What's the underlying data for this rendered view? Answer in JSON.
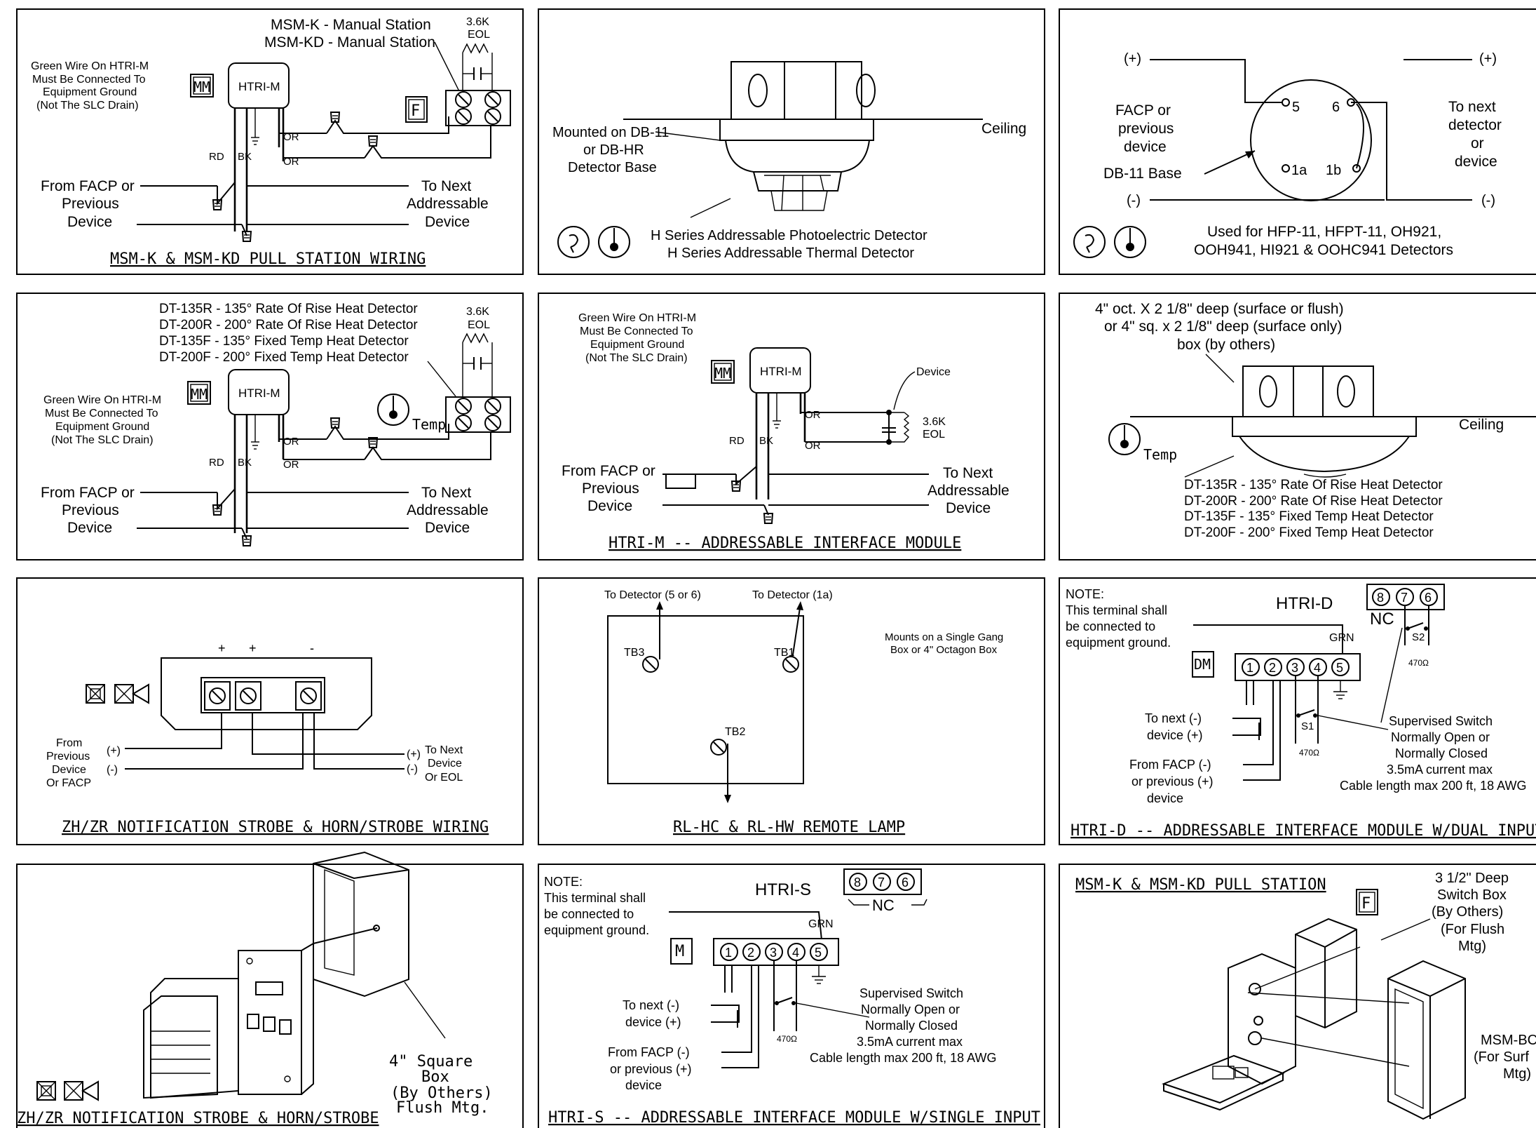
{
  "panels": {
    "msm_wiring": {
      "title": "MSM-K & MSM-KD PULL STATION WIRING",
      "station_line1": "MSM-K - Manual Station",
      "station_line2": "MSM-KD - Manual Station",
      "eol_value": "3.6K",
      "eol_label": "EOL",
      "note": [
        "Green Wire On HTRI-M",
        "Must Be Connected To",
        "Equipment Ground",
        "(Not The SLC Drain)"
      ],
      "symbol_mm": "MM",
      "module": "HTRI-M",
      "symbol_f": "F",
      "wire_or": "OR",
      "wire_rd": "RD",
      "wire_bk": "BK",
      "from_lines": [
        "From FACP or",
        "Previous",
        "Device"
      ],
      "to_lines": [
        "To Next",
        "Addressable",
        "Device"
      ]
    },
    "photo_detector": {
      "mounted_lines": [
        "Mounted on DB-11",
        "or DB-HR",
        "Detector Base"
      ],
      "ceiling": "Ceiling",
      "line1": "H Series Addressable Photoelectric Detector",
      "line2": "H Series Addressable Thermal Detector"
    },
    "base_wiring": {
      "plus": "(+)",
      "minus": "(-)",
      "left_lines": [
        "FACP or",
        "previous",
        "device"
      ],
      "right_lines": [
        "To next",
        "detector",
        "or",
        "device"
      ],
      "base_label": "DB-11 Base",
      "t5": "5",
      "t6": "6",
      "t1a": "1a",
      "t1b": "1b",
      "used_line1": "Used for HFP-11, HFPT-11, OH921,",
      "used_line2": "OOH941, HI921 & OOHC941 Detectors"
    },
    "heat_wiring": {
      "detectors": [
        "DT-135R - 135° Rate Of Rise Heat Detector",
        "DT-200R - 200° Rate Of Rise Heat Detector",
        "DT-135F - 135° Fixed Temp Heat Detector",
        "DT-200F - 200° Fixed Temp Heat Detector"
      ],
      "eol_value": "3.6K",
      "eol_label": "EOL",
      "note": [
        "Green Wire On HTRI-M",
        "Must Be Connected To",
        "Equipment Ground",
        "(Not The SLC Drain)"
      ],
      "symbol_mm": "MM",
      "module": "HTRI-M",
      "temp": "Temp",
      "wire_or": "OR",
      "wire_rd": "RD",
      "wire_bk": "BK",
      "from_lines": [
        "From FACP or",
        "Previous",
        "Device"
      ],
      "to_lines": [
        "To Next",
        "Addressable",
        "Device"
      ]
    },
    "htri_m": {
      "title": "HTRI-M -- ADDRESSABLE INTERFACE MODULE",
      "note": [
        "Green Wire On HTRI-M",
        "Must Be Connected To",
        "Equipment Ground",
        "(Not The SLC Drain)"
      ],
      "symbol_mm": "MM",
      "module": "HTRI-M",
      "device": "Device",
      "eol_value": "3.6K",
      "eol_label": "EOL",
      "wire_or": "OR",
      "wire_rd": "RD",
      "wire_bk": "BK",
      "from_lines": [
        "From FACP or",
        "Previous",
        "Device"
      ],
      "to_lines": [
        "To Next",
        "Addressable",
        "Device"
      ]
    },
    "heat_mount": {
      "box_lines": [
        "4\" oct. X 2 1/8\" deep (surface or flush)",
        "or 4\" sq. x 2 1/8\" deep (surface only)",
        "box (by others)"
      ],
      "ceiling": "Ceiling",
      "temp": "Temp",
      "detectors": [
        "DT-135R - 135° Rate Of Rise Heat Detector",
        "DT-200R - 200° Rate Of Rise Heat Detector",
        "DT-135F - 135° Fixed Temp Heat Detector",
        "DT-200F - 200° Fixed Temp Heat Detector"
      ]
    },
    "strobe_wiring": {
      "title": "ZH/ZR NOTIFICATION STROBE & HORN/STROBE WIRING",
      "plus": "+",
      "minus": "-",
      "from_lines": [
        "From",
        "Previous",
        "Device",
        "Or FACP"
      ],
      "to_lines": [
        "To Next",
        "Device",
        "Or EOL"
      ],
      "pol_plus": "(+)",
      "pol_minus": "(-)"
    },
    "remote_lamp": {
      "title": "RL-HC & RL-HW REMOTE LAMP",
      "to_det_56": "To Detector (5 or 6)",
      "to_det_1a": "To Detector (1a)",
      "mounts_line1": "Mounts on a Single Gang",
      "mounts_line2": "Box or 4\" Octagon Box",
      "tb1": "TB1",
      "tb2": "TB2",
      "tb3": "TB3"
    },
    "htri_d": {
      "title": "HTRI-D -- ADDRESSABLE INTERFACE MODULE W/DUAL INPUT",
      "note": [
        "NOTE:",
        "This terminal shall",
        "be connected to",
        "equipment ground."
      ],
      "module": "HTRI-D",
      "nc": "NC",
      "grn": "GRN",
      "symbol_dm": "DM",
      "terms": [
        "1",
        "2",
        "3",
        "4",
        "5"
      ],
      "top_terms": [
        "8",
        "7",
        "6"
      ],
      "s1": "S1",
      "s2": "S2",
      "res": "470Ω",
      "to_next_lines": [
        "To next (-)",
        "device (+)"
      ],
      "from_lines": [
        "From FACP (-)",
        "or previous (+)",
        "device"
      ],
      "switch_lines": [
        "Supervised Switch",
        "Normally Open or",
        "Normally Closed",
        "3.5mA current max",
        "Cable length max 200 ft, 18 AWG"
      ]
    },
    "strobe_mount": {
      "title": "ZH/ZR NOTIFICATION STROBE & HORN/STROBE",
      "box_lines": [
        "4\" Square",
        "Box",
        "(By Others)",
        "Flush Mtg."
      ]
    },
    "htri_s": {
      "title": "HTRI-S -- ADDRESSABLE INTERFACE MODULE W/SINGLE INPUT",
      "note": [
        "NOTE:",
        "This terminal shall",
        "be connected to",
        "equipment ground."
      ],
      "module": "HTRI-S",
      "nc": "NC",
      "grn": "GRN",
      "symbol_m": "M",
      "terms": [
        "1",
        "2",
        "3",
        "4",
        "5"
      ],
      "top_terms": [
        "8",
        "7",
        "6"
      ],
      "res": "470Ω",
      "to_next_lines": [
        "To next (-)",
        "device (+)"
      ],
      "from_lines": [
        "From FACP (-)",
        "or previous (+)",
        "device"
      ],
      "switch_lines": [
        "Supervised Switch",
        "Normally Open or",
        "Normally Closed",
        "3.5mA current max",
        "Cable length max 200 ft, 18 AWG"
      ]
    },
    "pull_mount": {
      "title": "MSM-K & MSM-KD PULL STATION",
      "symbol_f": "F",
      "box_lines": [
        "3 1/2\" Deep",
        "Switch Box",
        "(By Others)",
        "(For Flush",
        "Mtg)"
      ],
      "surface_lines": [
        "MSM-BC",
        "(For Surf",
        "Mtg)"
      ]
    }
  }
}
